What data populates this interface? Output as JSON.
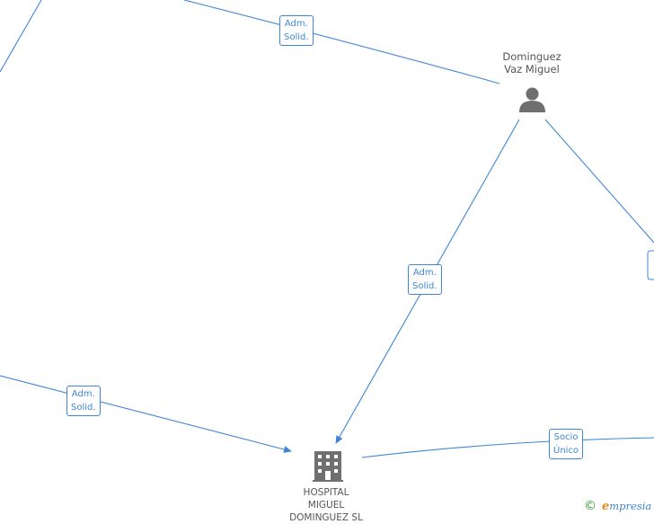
{
  "nodes": {
    "person": {
      "name_line1": "Dominguez",
      "name_line2": "Vaz Miguel",
      "icon": "person-icon"
    },
    "company": {
      "name_line1": "HOSPITAL",
      "name_line2": "MIGUEL",
      "name_line3": "DOMINGUEZ SL",
      "icon": "building-icon"
    }
  },
  "edges": {
    "top": {
      "line1": "Adm.",
      "line2": "Solid."
    },
    "person_to_company": {
      "line1": "Adm.",
      "line2": "Solid."
    },
    "left_to_company": {
      "line1": "Adm.",
      "line2": "Solid."
    },
    "right_to_company": {
      "line1": "Socio",
      "line2": "Único"
    }
  },
  "colors": {
    "edge": "#3f86d6",
    "icon": "#6f6f6f",
    "brand_e": "#e88a1a",
    "copyright": "#3a9b3a"
  },
  "footer": {
    "copyright_symbol": "©",
    "brand_initial": "e",
    "brand_rest": "mpresia"
  }
}
